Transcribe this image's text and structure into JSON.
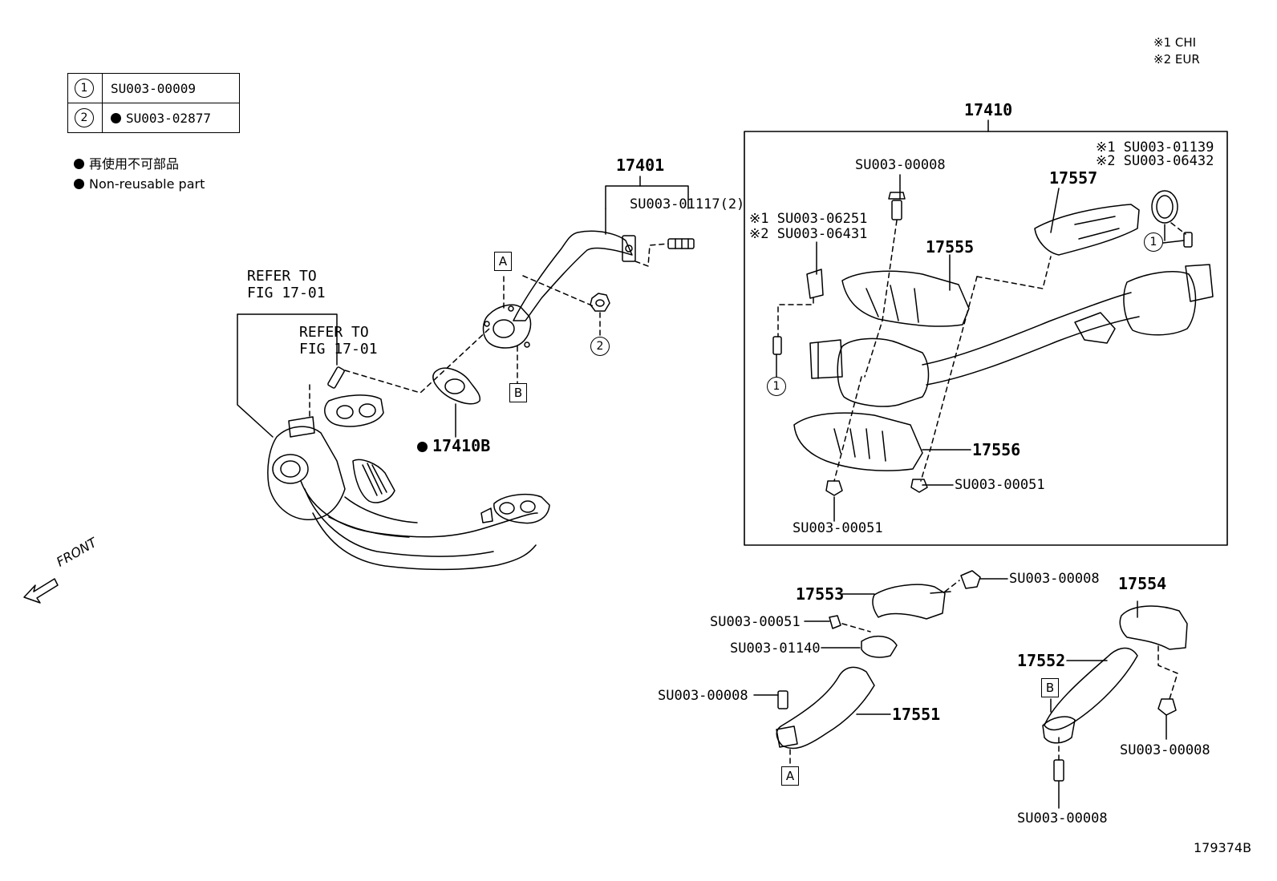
{
  "legend": {
    "rows": [
      {
        "num": "1",
        "part": "SU003-00009",
        "non_reusable": false
      },
      {
        "num": "2",
        "part": "SU003-02877",
        "non_reusable": true
      }
    ],
    "jp": "再使用不可部品",
    "en": "Non-reusable part"
  },
  "region_notes": [
    "※1 CHI",
    "※2 EUR"
  ],
  "front_label": "FRONT",
  "refer_1": [
    "REFER TO",
    "FIG 17-01"
  ],
  "refer_2": [
    "REFER TO",
    "FIG 17-01"
  ],
  "parts": {
    "p17401": "17401",
    "p17401_bolt": "SU003-01117(2)",
    "p17410B": "17410B",
    "p17410": "17410",
    "inner_su_top": "SU003-00008",
    "p17557": "17557",
    "clamp_chi": "※1 SU003-01139",
    "clamp_eur": "※2 SU003-06432",
    "stud_chi": "※1 SU003-06251",
    "stud_eur": "※2 SU003-06431",
    "p17555": "17555",
    "p17556": "17556",
    "nut_right": "SU003-00051",
    "nut_bottom": "SU003-00051",
    "p17553": "17553",
    "bolt_17553": "SU003-00008",
    "nut_17553": "SU003-00051",
    "clamp_01140": "SU003-01140",
    "bolt_17551": "SU003-00008",
    "p17551": "17551",
    "p17554": "17554",
    "p17552": "17552",
    "bolt_17554": "SU003-00008",
    "bolt_17552": "SU003-00008"
  },
  "box_labels": {
    "a1": "A",
    "b1": "B",
    "a2": "A",
    "b2": "B"
  },
  "circle_labels": {
    "c1_inner": "1",
    "c1_clamp": "1",
    "c2_nut": "2"
  },
  "figure_id": "179374B"
}
